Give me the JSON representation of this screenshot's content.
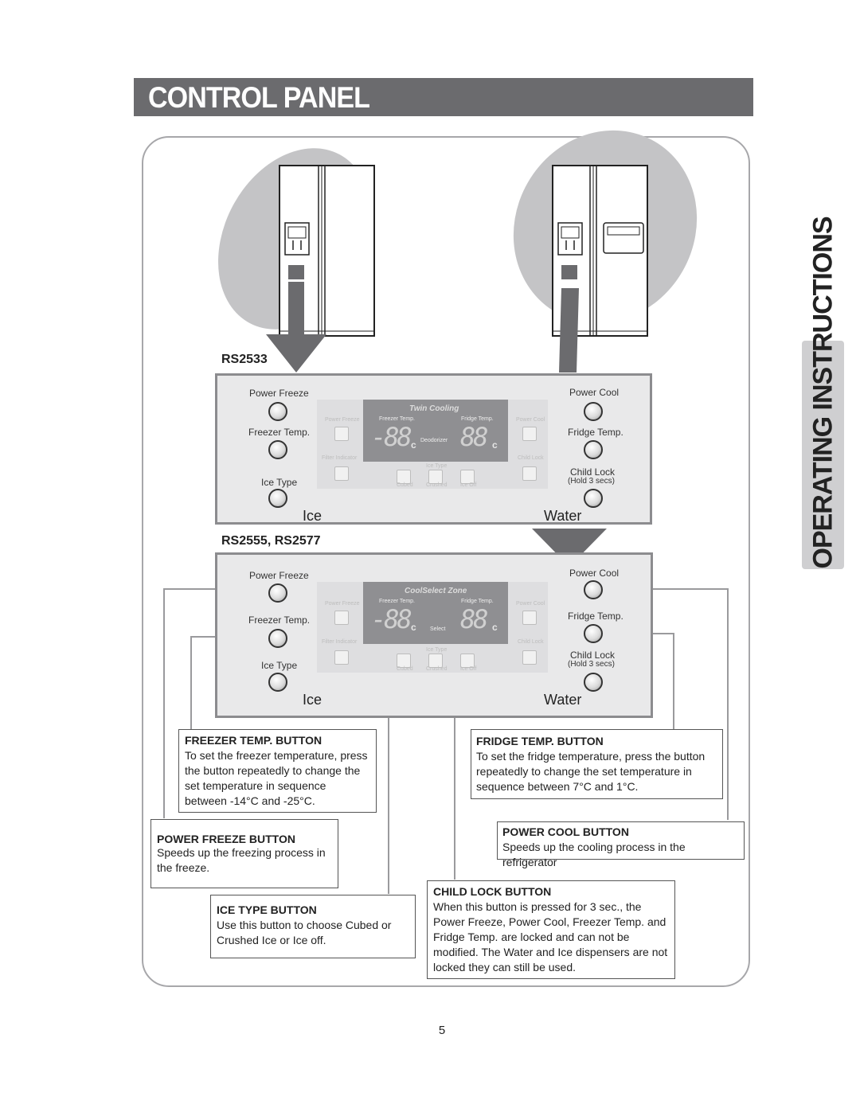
{
  "header": {
    "title": "CONTROL PANEL"
  },
  "side_tab": {
    "label": "OPERATING INSTRUCTIONS"
  },
  "models": {
    "top": "RS2533",
    "bottom": "RS2555, RS2577"
  },
  "panel_top": {
    "labels": {
      "power_freeze": "Power Freeze",
      "freezer_temp": "Freezer Temp.",
      "ice_type": "Ice Type",
      "power_cool": "Power Cool",
      "fridge_temp": "Fridge Temp.",
      "child_lock": "Child Lock",
      "hold": "(Hold 3 secs)"
    },
    "ice": "Ice",
    "water": "Water",
    "display": {
      "title": "Twin Cooling",
      "freezer_temp": "Freezer Temp.",
      "fridge_temp": "Fridge Temp.",
      "digits": "-88",
      "digits_right": "88",
      "unit": "c",
      "center_label": "Deodorizer",
      "power_freeze": "Power Freeze",
      "power_cool": "Power Cool",
      "filter_indicator": "Filter Indicator",
      "child_lock": "Child Lock",
      "ice_type": "Ice Type",
      "cubed": "Cubed",
      "crushed": "Crushed",
      "ice_off": "Ice Off"
    }
  },
  "panel_bottom": {
    "labels": {
      "power_freeze": "Power Freeze",
      "freezer_temp": "Freezer Temp.",
      "ice_type": "Ice Type",
      "power_cool": "Power Cool",
      "fridge_temp": "Fridge Temp.",
      "child_lock": "Child Lock",
      "hold": "(Hold 3 secs)"
    },
    "ice": "Ice",
    "water": "Water",
    "display": {
      "title": "CoolSelect Zone",
      "freezer_temp": "Freezer Temp.",
      "fridge_temp": "Fridge Temp.",
      "digits": "-88",
      "digits_right": "88",
      "unit": "c",
      "center_label": "Select",
      "power_freeze": "Power Freeze",
      "power_cool": "Power Cool",
      "filter_indicator": "Filter Indicator",
      "child_lock": "Child Lock",
      "ice_type": "Ice Type",
      "cubed": "Cubed",
      "crushed": "Crushed",
      "ice_off": "Ice Off"
    }
  },
  "callouts": {
    "freezer_temp": {
      "title": "FREEZER TEMP. BUTTON",
      "desc": "To set the freezer temperature, press the button repeatedly to change the set temperature in sequence between -14°C and -25°C."
    },
    "fridge_temp": {
      "title": "FRIDGE TEMP. BUTTON",
      "desc": "To set the fridge temperature, press the button repeatedly to change the set temperature in sequence between 7°C and 1°C."
    },
    "power_freeze": {
      "title": "POWER FREEZE BUTTON",
      "desc": "Speeds up the freezing process in the freeze."
    },
    "power_cool": {
      "title": "POWER COOL BUTTON",
      "desc": "Speeds up the cooling process in the refrigerator"
    },
    "ice_type": {
      "title": "ICE TYPE BUTTON",
      "desc": "Use this button to choose Cubed or Crushed Ice or Ice off."
    },
    "child_lock": {
      "title": "CHILD LOCK  BUTTON",
      "desc": "When this button is pressed for 3 sec., the Power Freeze, Power Cool, Freezer Temp. and Fridge Temp. are locked and can not be modified. The Water and Ice dispensers are not  locked they can still be used."
    }
  },
  "page_number": "5"
}
